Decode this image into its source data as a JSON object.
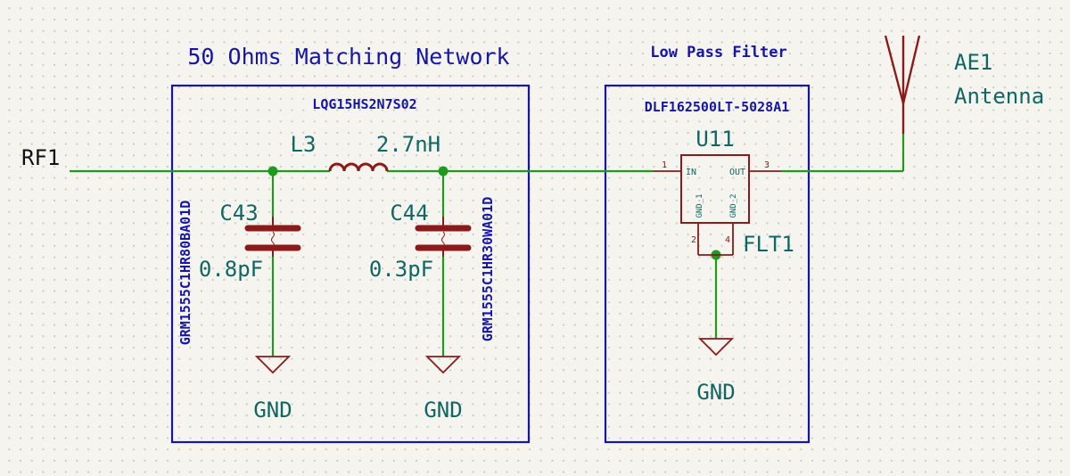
{
  "blocks": {
    "matching": {
      "title": "50 Ohms Matching Network",
      "inductor_part": "LQG15HS2N7S02",
      "cap_left_part": "GRM1555C1HR80BA01D",
      "cap_right_part": "GRM1555C1HR30WA01D"
    },
    "lpf": {
      "title": "Low Pass Filter",
      "part": "DLF162500LT-5028A1"
    }
  },
  "components": {
    "net_rf": "RF1",
    "l3": {
      "ref": "L3",
      "value": "2.7nH"
    },
    "c43": {
      "ref": "C43",
      "value": "0.8pF"
    },
    "c44": {
      "ref": "C44",
      "value": "0.3pF"
    },
    "u11": {
      "ref": "U11",
      "aux_ref": "FLT1",
      "pin_in_num": "1",
      "pin_in_name": "IN",
      "pin_out_num": "3",
      "pin_out_name": "OUT",
      "pin_gnd1_num": "2",
      "pin_gnd1_name": "GND_1",
      "pin_gnd2_num": "4",
      "pin_gnd2_name": "GND_2"
    },
    "antenna": {
      "ref": "AE1",
      "value": "Antenna"
    },
    "gnd_label": "GND"
  },
  "colors": {
    "wire": "#1f9a1f",
    "symbol": "#8b1a1a",
    "annotation": "#1515a8",
    "reference": "#0f6663",
    "background": "#f5f4ef"
  }
}
